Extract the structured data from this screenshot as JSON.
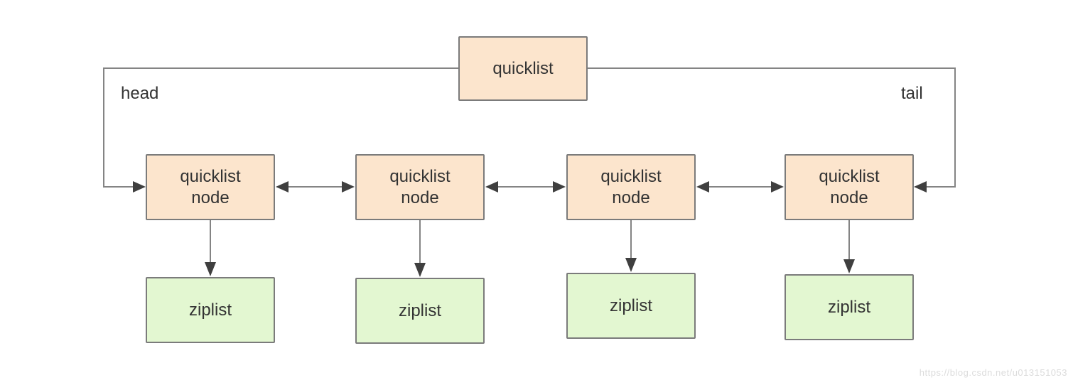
{
  "diagram": {
    "root_box": {
      "label": "quicklist"
    },
    "pointer_labels": {
      "head": "head",
      "tail": "tail"
    },
    "nodes": [
      {
        "label_lines": [
          "quicklist",
          "node"
        ]
      },
      {
        "label_lines": [
          "quicklist",
          "node"
        ]
      },
      {
        "label_lines": [
          "quicklist",
          "node"
        ]
      },
      {
        "label_lines": [
          "quicklist",
          "node"
        ]
      }
    ],
    "ziplists": [
      {
        "label": "ziplist"
      },
      {
        "label": "ziplist"
      },
      {
        "label": "ziplist"
      },
      {
        "label": "ziplist"
      }
    ],
    "watermark": "https://blog.csdn.net/u013151053",
    "colors": {
      "node_fill": "#fce5cd",
      "ziplist_fill": "#e3f7d1",
      "box_border": "#7b7b7b",
      "connector": "#848484",
      "arrowhead": "#3f3f3f",
      "text": "#333333",
      "watermark_text": "#dcdcdc"
    }
  }
}
